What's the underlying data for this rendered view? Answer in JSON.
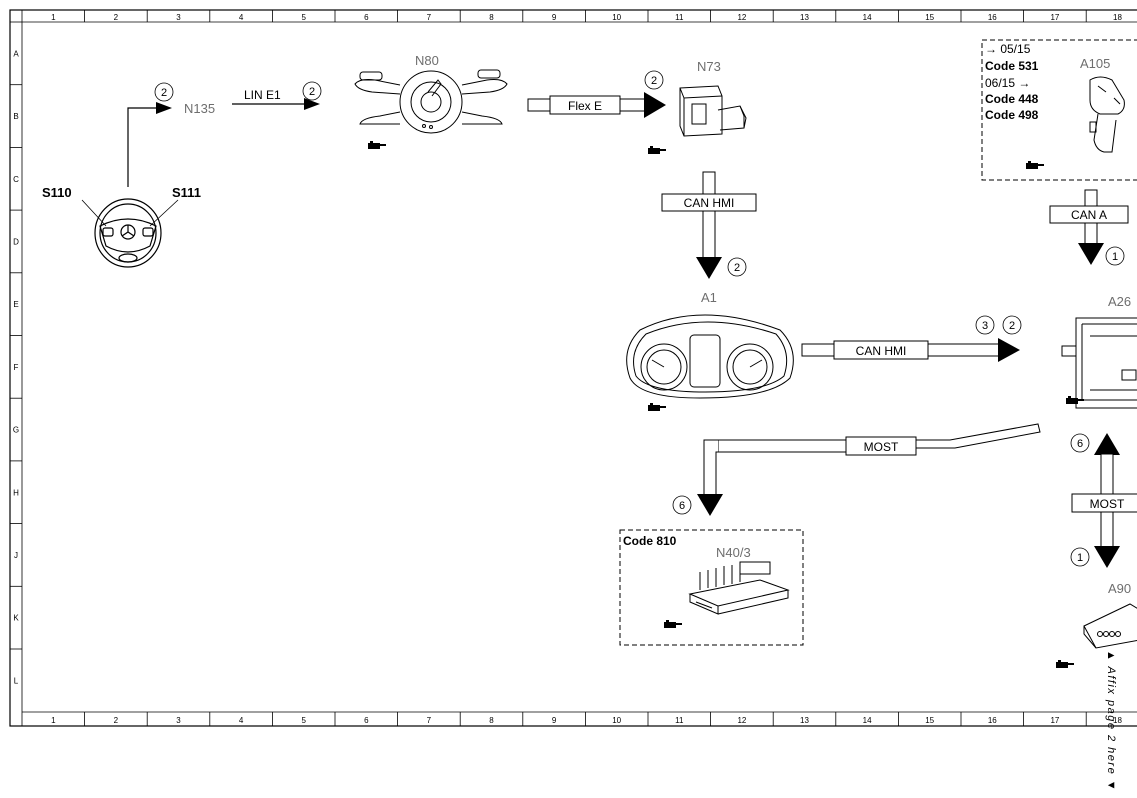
{
  "grid": {
    "columns": [
      "1",
      "2",
      "3",
      "4",
      "5",
      "6",
      "7",
      "8",
      "9",
      "10",
      "11",
      "12",
      "13",
      "14",
      "15",
      "16",
      "17",
      "18"
    ],
    "rows": [
      "A",
      "B",
      "C",
      "D",
      "E",
      "F",
      "G",
      "H",
      "J",
      "K",
      "L"
    ]
  },
  "components": {
    "s110": "S110",
    "s111": "S111",
    "n135": "N135",
    "n80": "N80",
    "n73": "N73",
    "a105": "A105",
    "a1": "A1",
    "a26": "A26",
    "n40_3": "N40/3",
    "a90": "A90"
  },
  "buses": {
    "lin_e1": "LIN E1",
    "flex_e": "Flex E",
    "can_hmi_vertical": "CAN HMI",
    "can_hmi_horizontal": "CAN HMI",
    "can_a": "CAN A",
    "most_left": "MOST",
    "most_right": "MOST"
  },
  "circled_numbers": {
    "n135": "2",
    "lin_e1": "2",
    "flex_e": "2",
    "can_hmi_down": "2",
    "can_hmi_right_a": "3",
    "can_hmi_right_b": "2",
    "can_a": "1",
    "most_up": "6",
    "most_down": "1",
    "most_left": "6"
  },
  "a105_codes": [
    "→ 05/15",
    "Code 531",
    "06/15 →",
    "Code 448",
    "Code 498"
  ],
  "n40_3_code": "Code 810",
  "affix_note": "▲ Affix page 2 here ▼",
  "ref_icon": "pointing-hand-icon"
}
